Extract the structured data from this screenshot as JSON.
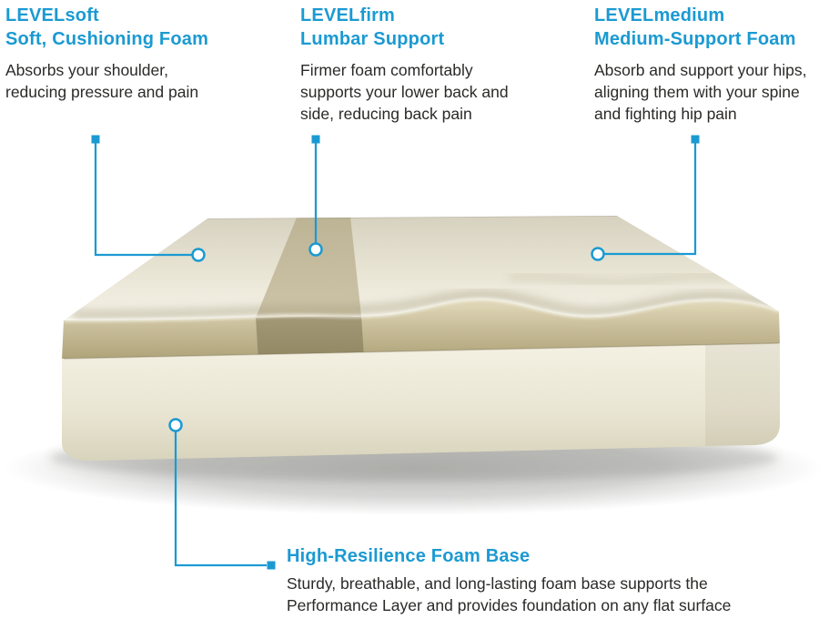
{
  "colors": {
    "accent": "#1b9ad2",
    "text": "#2b2a28",
    "mattress_top_light": "#f6f3e8",
    "mattress_top_shaded": "#d8d3c1",
    "top_layer_tan": "#b0a478",
    "lumbar_stripe_tan": "#a3966c",
    "base_cream": "#eae6d4"
  },
  "callouts": {
    "soft": {
      "brand": "LEVELsoft",
      "title": "Soft, Cushioning Foam",
      "description": "Absorbs your shoulder,\nreducing pressure and pain"
    },
    "firm": {
      "brand": "LEVELfirm",
      "title": "Lumbar Support",
      "description": "Firmer foam comfortably\nsupports your lower back and\nside, reducing back pain"
    },
    "medium": {
      "brand": "LEVELmedium",
      "title": "Medium-Support Foam",
      "description": "Absorb and support your hips,\naligning them with your spine\nand fighting hip pain"
    },
    "base": {
      "title": "High-Resilience Foam Base",
      "description": "Sturdy, breathable, and long-lasting foam base supports the\nPerformance Layer and provides foundation on any flat surface"
    }
  },
  "illustration": {
    "name": "mattress-cutaway"
  }
}
